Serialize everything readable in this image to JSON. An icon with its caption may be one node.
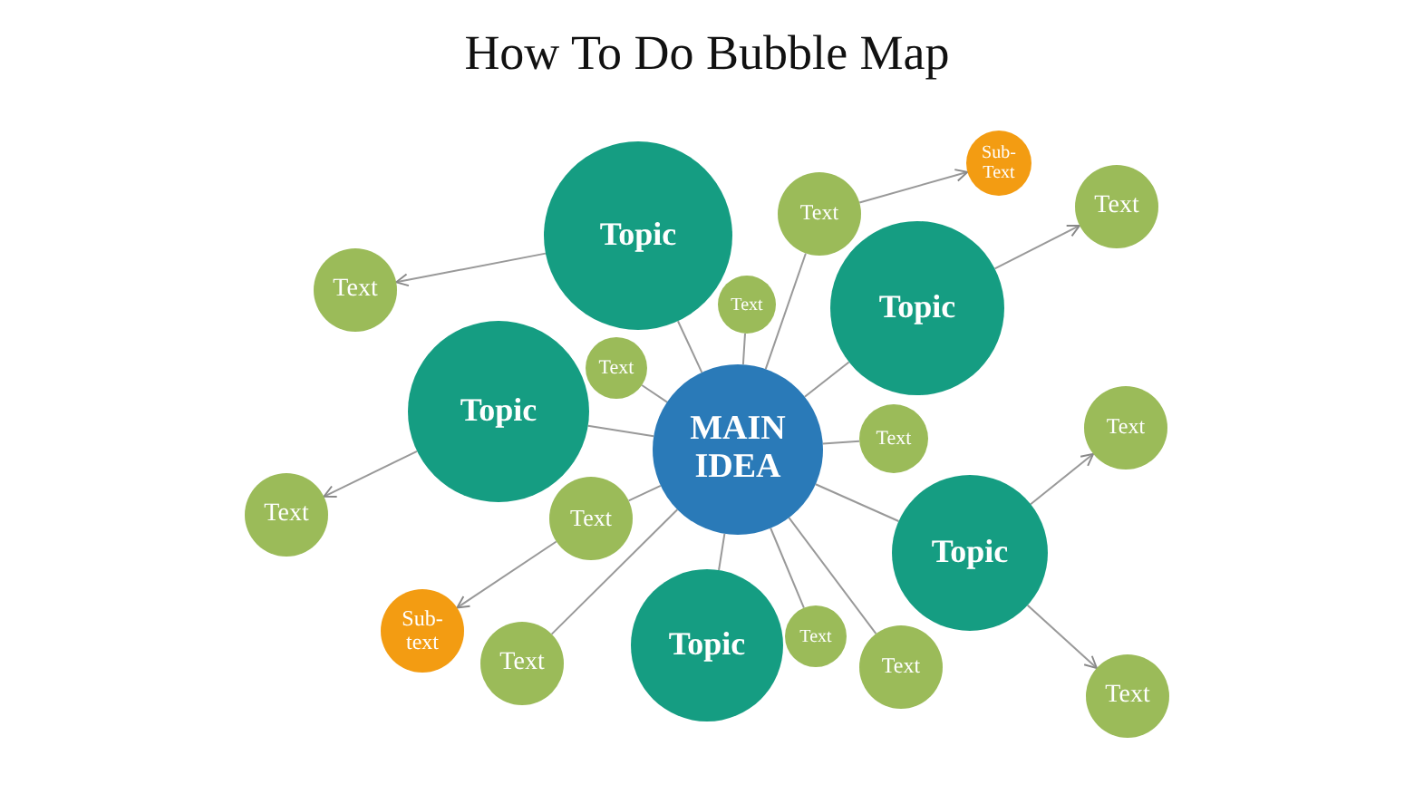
{
  "diagram": {
    "title": "How To Do Bubble Map",
    "nodes": [
      {
        "text": [
          "MAIN IDEA"
        ]
      },
      {
        "text": [
          "Topic"
        ]
      },
      {
        "text": [
          "Topic"
        ]
      },
      {
        "text": [
          "Topic"
        ]
      },
      {
        "text": [
          "Topic"
        ]
      },
      {
        "text": [
          "Topic"
        ]
      },
      {
        "text": [
          "Text"
        ]
      },
      {
        "text": [
          "Text"
        ]
      },
      {
        "text": [
          "Text"
        ]
      },
      {
        "text": [
          "Sub-Text"
        ]
      },
      {
        "text": [
          "Text"
        ]
      },
      {
        "text": [
          "Text"
        ]
      },
      {
        "text": [
          "Text"
        ]
      },
      {
        "text": [
          "Text"
        ]
      },
      {
        "text": [
          "Text"
        ]
      },
      {
        "text": [
          "Text"
        ]
      },
      {
        "text": [
          "Sub-text"
        ]
      },
      {
        "text": [
          "Text"
        ]
      },
      {
        "text": [
          "Text"
        ]
      },
      {
        "text": [
          "Text"
        ]
      },
      {
        "text": [
          "Text"
        ]
      }
    ],
    "edges": [
      {
        "from": 0,
        "to": 1,
        "arrow": "none"
      },
      {
        "from": 0,
        "to": 2,
        "arrow": "none"
      },
      {
        "from": 0,
        "to": 3,
        "arrow": "none"
      },
      {
        "from": 0,
        "to": 4,
        "arrow": "none"
      },
      {
        "from": 0,
        "to": 5,
        "arrow": "none"
      },
      {
        "from": 1,
        "to": 6,
        "arrow": "to"
      },
      {
        "from": 2,
        "to": 7,
        "arrow": "to"
      },
      {
        "from": 0,
        "to": 8,
        "arrow": "none"
      },
      {
        "from": 8,
        "to": 9,
        "arrow": "to"
      },
      {
        "from": 3,
        "to": 10,
        "arrow": "to"
      },
      {
        "from": 0,
        "to": 11,
        "arrow": "none"
      },
      {
        "from": 0,
        "to": 12,
        "arrow": "none"
      },
      {
        "from": 0,
        "to": 13,
        "arrow": "none"
      },
      {
        "from": 4,
        "to": 14,
        "arrow": "to"
      },
      {
        "from": 0,
        "to": 15,
        "arrow": "none"
      },
      {
        "from": 15,
        "to": 16,
        "arrow": "to"
      },
      {
        "from": 0,
        "to": 17,
        "arrow": "none"
      },
      {
        "from": 0,
        "to": 18,
        "arrow": "none"
      },
      {
        "from": 0,
        "to": 19,
        "arrow": "none"
      },
      {
        "from": 4,
        "to": 20,
        "arrow": "to"
      }
    ]
  }
}
